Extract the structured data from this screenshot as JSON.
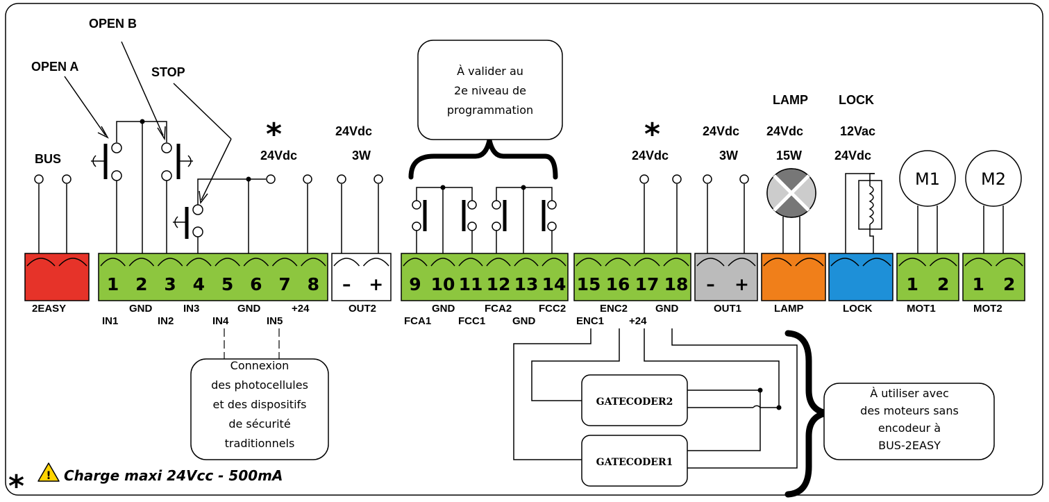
{
  "top_labels": {
    "open_a": "OPEN A",
    "open_b": "OPEN B",
    "stop": "STOP",
    "bus": "BUS",
    "v24_a": "24Vdc",
    "out2_v": "24Vdc",
    "out2_w": "3W",
    "v24_b": "24Vdc",
    "out1_v": "24Vdc",
    "out1_w": "3W",
    "lamp_title": "LAMP",
    "lamp_v": "24Vdc",
    "lamp_w": "15W",
    "lock_title": "LOCK",
    "lock_v1": "12Vac",
    "lock_v2": "24Vdc",
    "asterisk": "*"
  },
  "callout_top": [
    "À valider au",
    "2e niveau de",
    "programmation"
  ],
  "blocks": [
    {
      "id": "2easy",
      "color": "#e63329",
      "name": "2EASY",
      "nums": [
        "",
        ""
      ]
    },
    {
      "id": "main",
      "color": "#8dc63f",
      "name": "",
      "nums": [
        "1",
        "2",
        "3",
        "4",
        "5",
        "6",
        "7",
        "8"
      ]
    },
    {
      "id": "out2",
      "color": "#ffffff",
      "name": "OUT2",
      "nums": [
        "–",
        "+"
      ]
    },
    {
      "id": "fc",
      "color": "#8dc63f",
      "name": "",
      "nums": [
        "9",
        "10",
        "11",
        "12",
        "13",
        "14"
      ]
    },
    {
      "id": "enc",
      "color": "#8dc63f",
      "name": "",
      "nums": [
        "15",
        "16",
        "17",
        "18"
      ]
    },
    {
      "id": "out1",
      "color": "#bbbbbb",
      "name": "OUT1",
      "nums": [
        "–",
        "+"
      ]
    },
    {
      "id": "lamp",
      "color": "#f07f1a",
      "name": "LAMP",
      "nums": [
        "",
        ""
      ]
    },
    {
      "id": "lock",
      "color": "#1e90d8",
      "name": "LOCK",
      "nums": [
        "",
        ""
      ]
    },
    {
      "id": "mot1",
      "color": "#8dc63f",
      "name": "MOT1",
      "nums": [
        "1",
        "2"
      ]
    },
    {
      "id": "mot2",
      "color": "#8dc63f",
      "name": "MOT2",
      "nums": [
        "1",
        "2"
      ]
    }
  ],
  "terminal_labels": {
    "gnd_2": "GND",
    "in1": "IN1",
    "in2": "IN2",
    "in3": "IN3",
    "gnd_6": "GND",
    "plus24_8": "+24",
    "in4": "IN4",
    "in5": "IN5",
    "gnd_10": "GND",
    "fca2": "FCA2",
    "fcc2": "FCC2",
    "fca1": "FCA1",
    "fcc1": "FCC1",
    "gnd_13": "GND",
    "enc2": "ENC2",
    "gnd_18": "GND",
    "enc1": "ENC1",
    "plus24_17": "+24"
  },
  "motors": {
    "m1": "M1",
    "m2": "M2"
  },
  "callout_bottom": [
    "Connexion",
    "des photocellules",
    "et des dispositifs",
    "de sécurité",
    "traditionnels"
  ],
  "gatecoder2": "GATECODER2",
  "gatecoder1": "GATECODER1",
  "callout_right": [
    "À utiliser avec",
    "des moteurs sans",
    "encodeur à",
    "BUS-2EASY"
  ],
  "footer_note": "Charge maxi 24Vcc - 500mA",
  "warning_icon_color": "#ffd400"
}
